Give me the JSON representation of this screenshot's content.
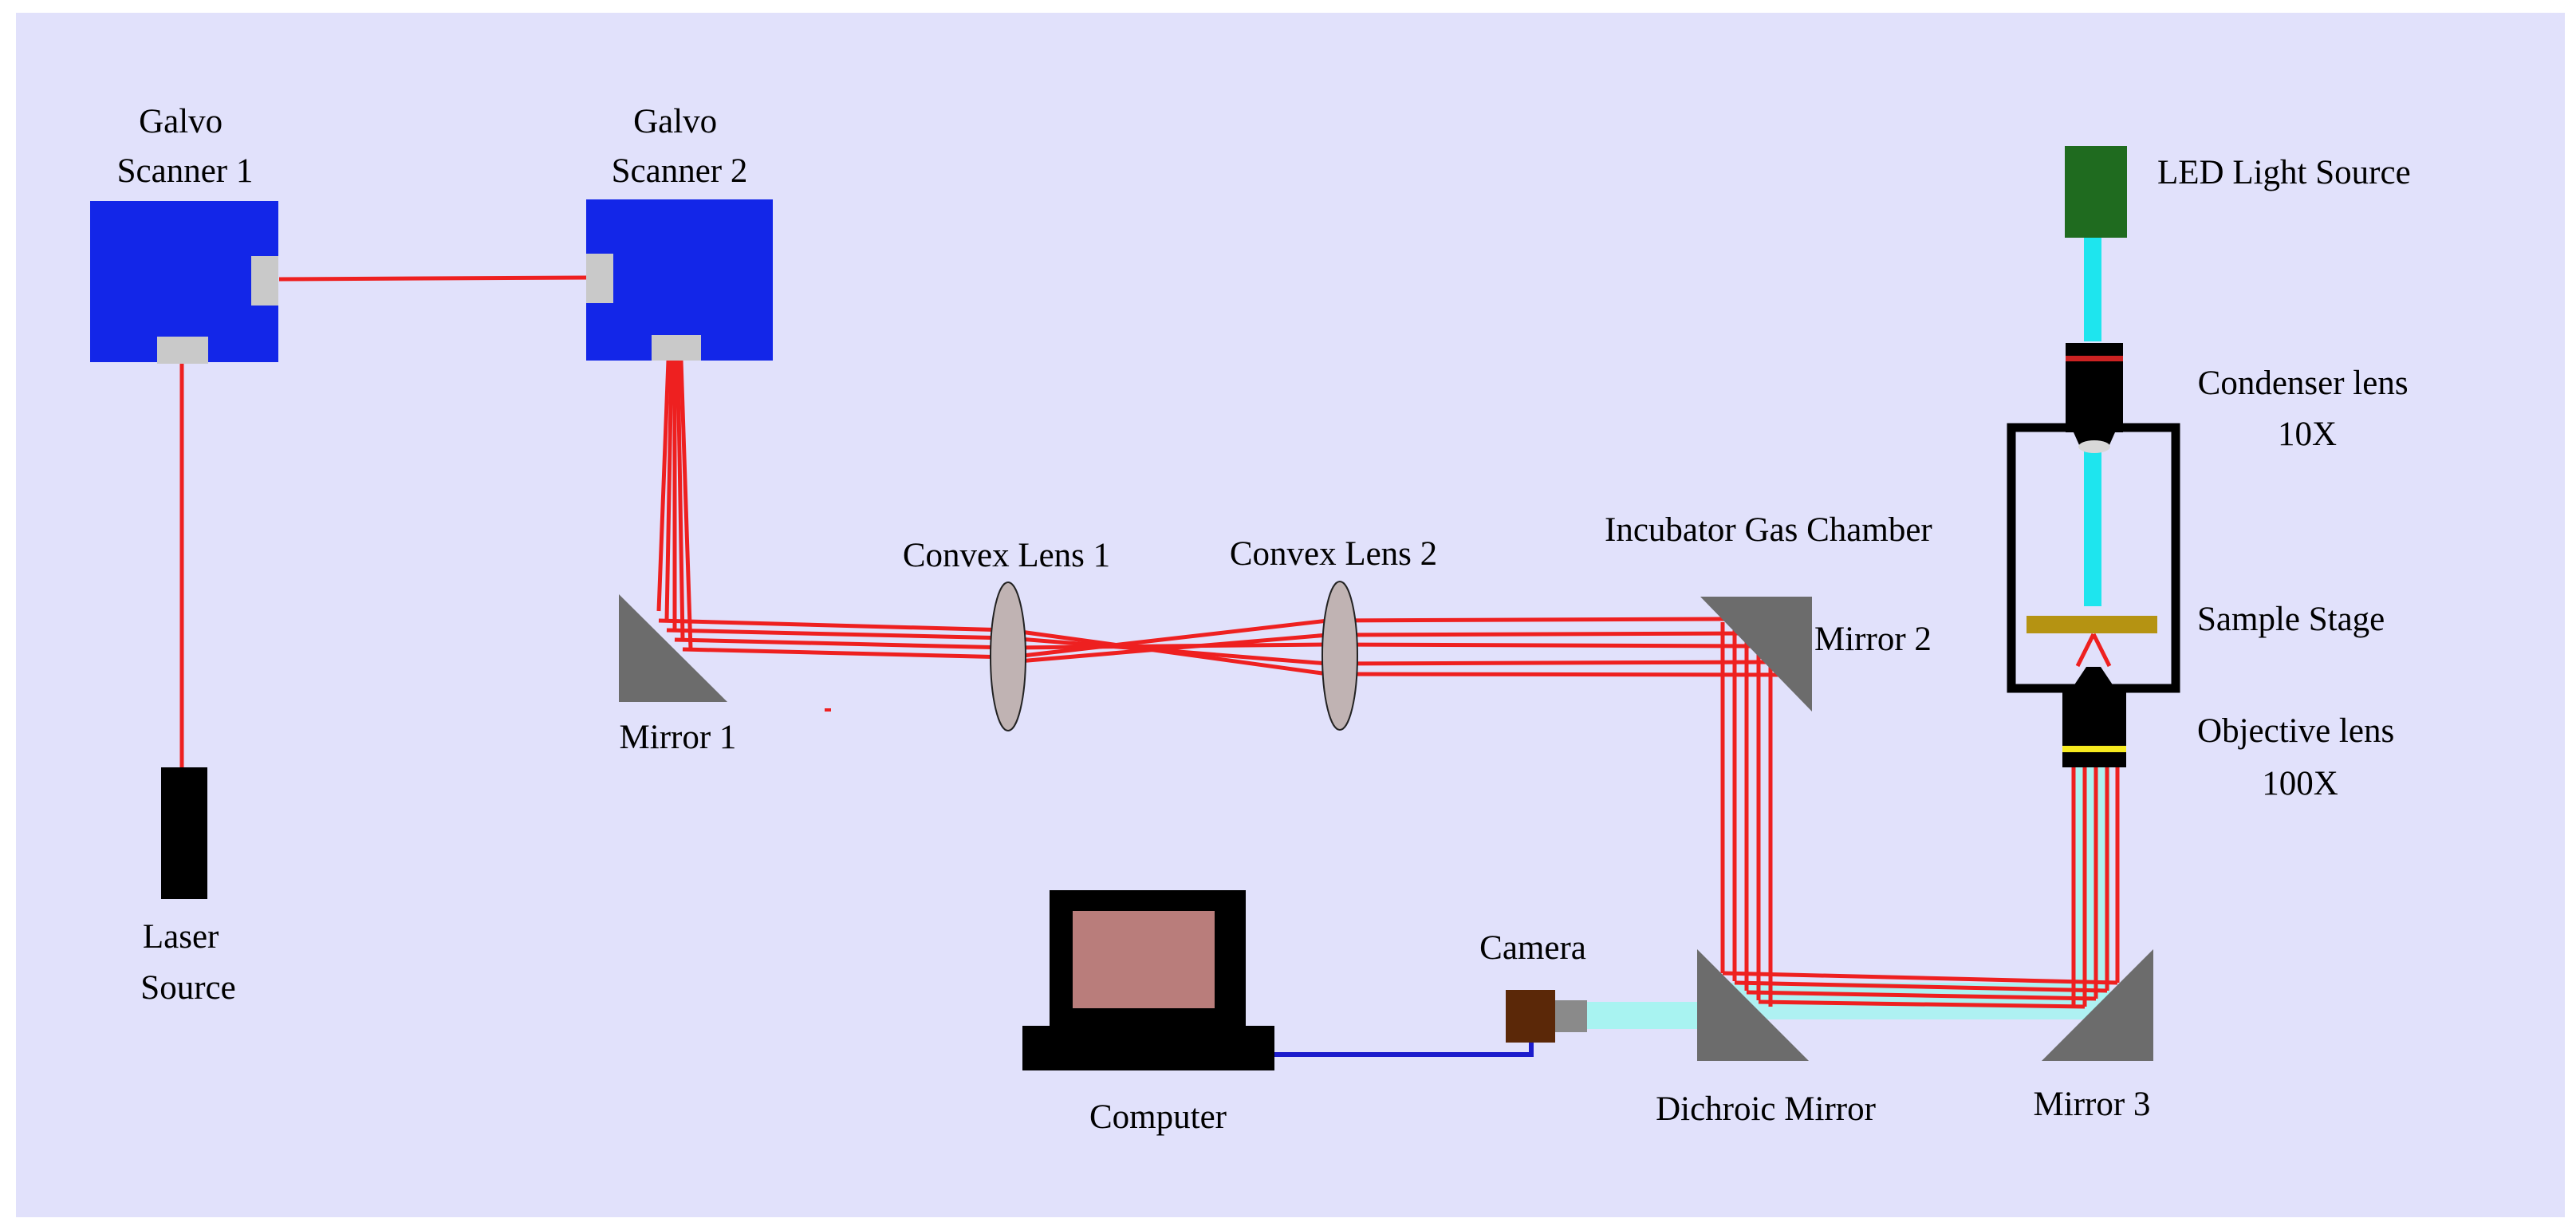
{
  "colors": {
    "background": "#e1e1fb",
    "laser_beam": "#ee2020",
    "led_beam": "#1ee5ee",
    "fluorescence_beam": "#a8f3f1",
    "cable": "#1c1ccc",
    "scanner_body": "#1326e8",
    "mirror": "#6c6c6c",
    "lens": "#c0b3b3",
    "led_source": "#1f6b1f",
    "sample_stage": "#b59312",
    "computer_screen": "#b97d7b",
    "camera_body": "#5b2808"
  },
  "labels": {
    "galvo1_line1": "Galvo",
    "galvo1_line2": "Scanner 1",
    "galvo2_line1": "Galvo",
    "galvo2_line2": "Scanner 2",
    "laser_line1": "Laser",
    "laser_line2": "Source",
    "mirror1": "Mirror 1",
    "convex1": "Convex Lens 1",
    "convex2": "Convex Lens 2",
    "incubator": "Incubator Gas Chamber",
    "mirror2": "Mirror 2",
    "led": "LED Light Source",
    "condenser_line1": "Condenser lens",
    "condenser_line2": "10X",
    "sample_stage": "Sample Stage",
    "objective_line1": "Objective lens",
    "objective_line2": "100X",
    "camera": "Camera",
    "computer": "Computer",
    "dichroic": "Dichroic Mirror",
    "mirror3": "Mirror 3"
  }
}
